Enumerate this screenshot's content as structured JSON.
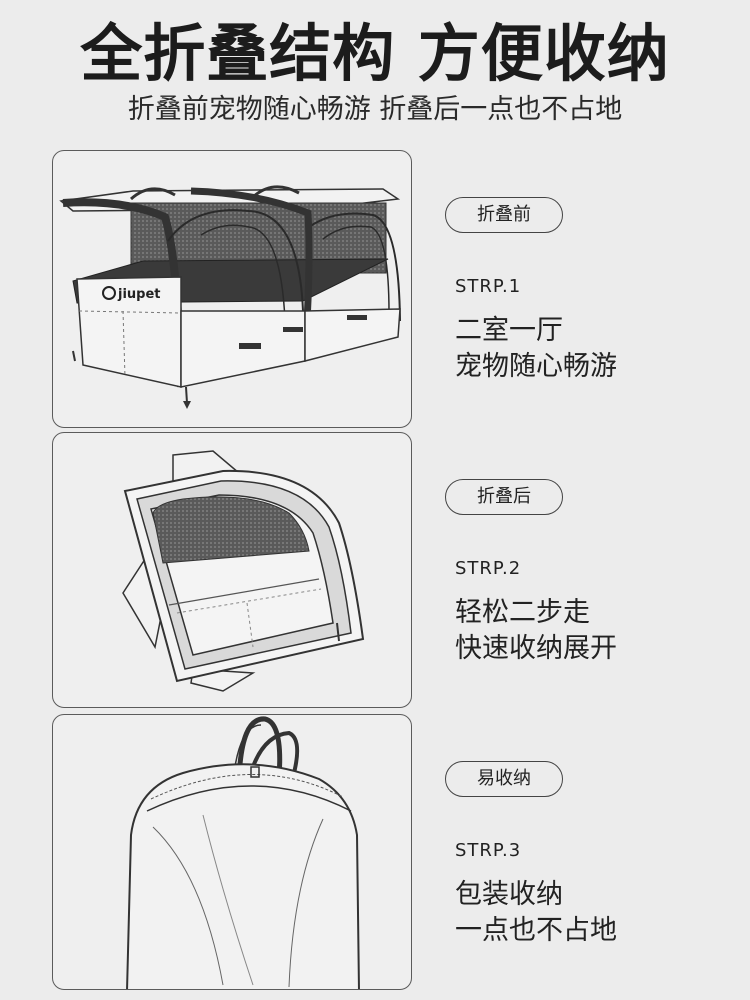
{
  "header": {
    "title": "全折叠结构 方便收纳",
    "subtitle": "折叠前宠物随心畅游 折叠后一点也不占地"
  },
  "product": {
    "brand": "jiupet"
  },
  "steps": [
    {
      "tag": "折叠前",
      "label": "STRP.1",
      "line1": "二室一厅",
      "line2": "宠物随心畅游",
      "illustration": "unfolded-pet-house"
    },
    {
      "tag": "折叠后",
      "label": "STRP.2",
      "line1": "轻松二步走",
      "line2": "快速收纳展开",
      "illustration": "folded-pet-house"
    },
    {
      "tag": "易收纳",
      "label": "STRP.3",
      "line1": "包装收纳",
      "line2": "一点也不占地",
      "illustration": "storage-bag"
    }
  ],
  "colors": {
    "background": "#ececec",
    "line": "#3a3a3a",
    "mesh": "#4a4a4a",
    "accent_dark": "#1f1f1f"
  }
}
